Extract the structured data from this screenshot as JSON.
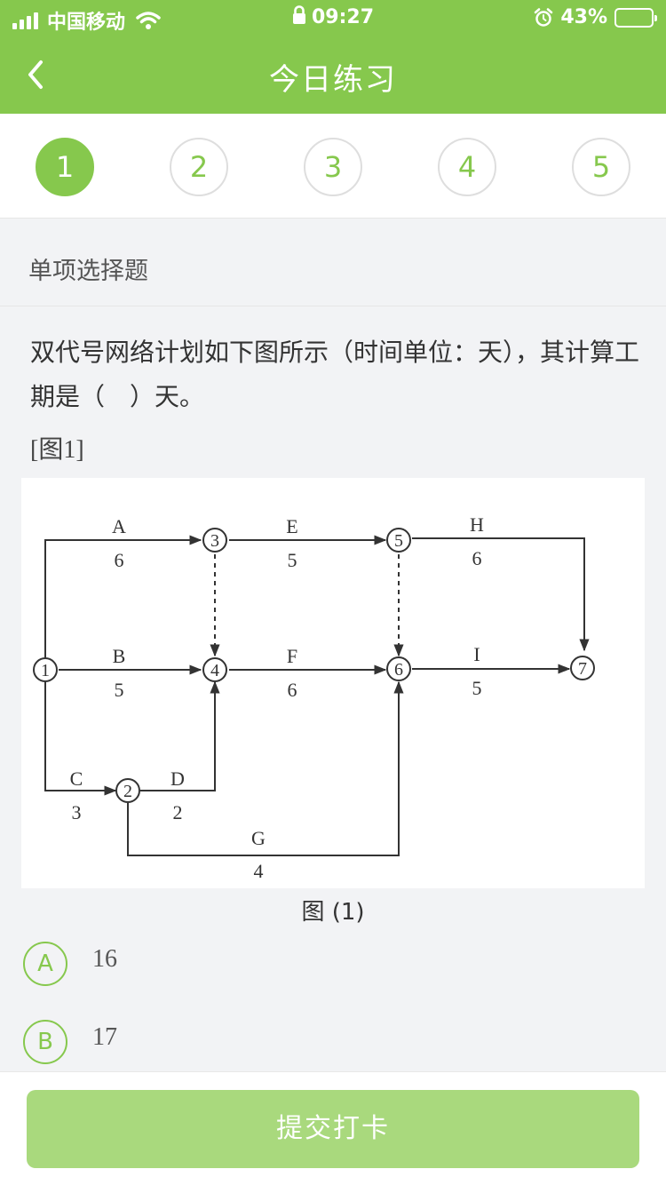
{
  "status_bar": {
    "carrier": "中国移动",
    "time": "09:27",
    "battery": "43%",
    "battery_level": 0.43,
    "icons": [
      "signal-icon",
      "wifi-icon",
      "lock-icon",
      "alarm-icon",
      "battery-icon"
    ]
  },
  "nav": {
    "title": "今日练习",
    "back_icon": "chevron-left-icon"
  },
  "steps": {
    "items": [
      "1",
      "2",
      "3",
      "4",
      "5"
    ],
    "active_index": 0
  },
  "question": {
    "type_label": "单项选择题",
    "text": "双代号网络计划如下图所示（时间单位：天），其计算工期是（　）天。",
    "figure_ref": "[图1]",
    "figure_caption": "图 (1)"
  },
  "figure": {
    "nodes": [
      {
        "id": "1",
        "label": "1"
      },
      {
        "id": "2",
        "label": "2"
      },
      {
        "id": "3",
        "label": "3"
      },
      {
        "id": "4",
        "label": "4"
      },
      {
        "id": "5",
        "label": "5"
      },
      {
        "id": "6",
        "label": "6"
      },
      {
        "id": "7",
        "label": "7"
      }
    ],
    "activities": [
      {
        "name": "A",
        "duration": "6",
        "from": "1",
        "to": "3"
      },
      {
        "name": "E",
        "duration": "5",
        "from": "3",
        "to": "5"
      },
      {
        "name": "H",
        "duration": "6",
        "from": "5",
        "to": "7"
      },
      {
        "name": "B",
        "duration": "5",
        "from": "1",
        "to": "4"
      },
      {
        "name": "F",
        "duration": "6",
        "from": "4",
        "to": "6"
      },
      {
        "name": "I",
        "duration": "5",
        "from": "6",
        "to": "7"
      },
      {
        "name": "C",
        "duration": "3",
        "from": "1",
        "to": "2"
      },
      {
        "name": "D",
        "duration": "2",
        "from": "2",
        "to": "4"
      },
      {
        "name": "G",
        "duration": "4",
        "from": "2",
        "to": "6"
      }
    ],
    "dummy_activities": [
      {
        "from": "3",
        "to": "4"
      },
      {
        "from": "5",
        "to": "6"
      }
    ]
  },
  "options": [
    {
      "letter": "A",
      "text": "16"
    },
    {
      "letter": "B",
      "text": "17"
    }
  ],
  "footer": {
    "submit_label": "提交打卡"
  },
  "colors": {
    "brand_green": "#86c84d",
    "button_green": "#a9d97d"
  }
}
